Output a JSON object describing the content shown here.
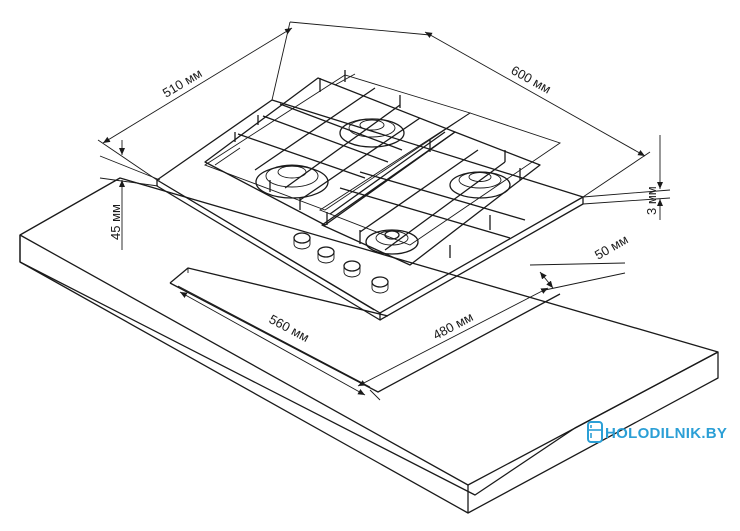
{
  "dimensions": {
    "depth": "510 мм",
    "width": "600 мм",
    "glass_thickness": "3 мм",
    "overall_height": "45 мм",
    "front_clearance": "50 мм",
    "cutout_width": "560 мм",
    "cutout_depth": "480 мм"
  },
  "watermark": {
    "text": "HOLODILNIK.BY",
    "color": "#2b9fd6"
  },
  "colors": {
    "line": "#1a1a1a",
    "background": "#ffffff"
  }
}
